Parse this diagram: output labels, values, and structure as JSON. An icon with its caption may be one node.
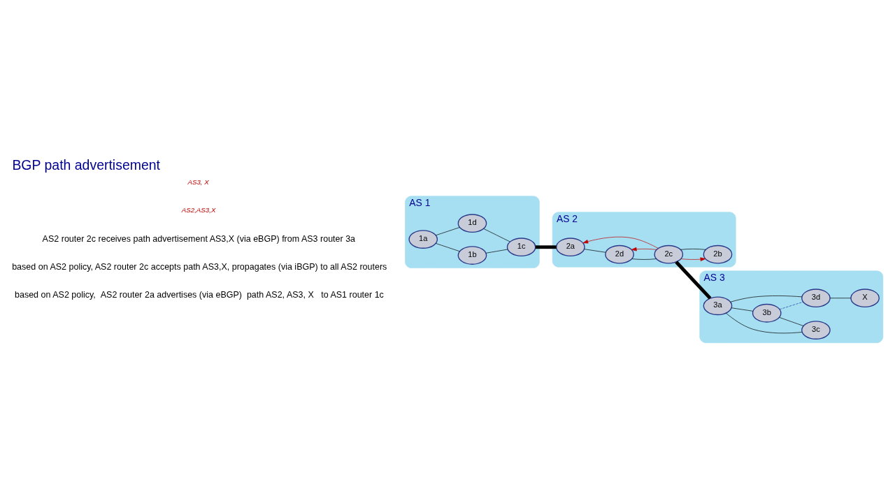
{
  "diagram": {
    "title": "BGP path advertisement",
    "nodes": [
      {
        "text": [
          "AS 1"
        ]
      },
      {
        "text": [
          "1a"
        ],
        "in": 0
      },
      {
        "text": [
          "1b"
        ],
        "in": 0
      },
      {
        "text": [
          "1c"
        ],
        "in": 0
      },
      {
        "text": [
          "1d"
        ],
        "in": 0
      },
      {
        "text": [
          "AS 2"
        ]
      },
      {
        "text": [
          "2a"
        ],
        "in": 5
      },
      {
        "text": [
          "2b"
        ],
        "in": 5
      },
      {
        "text": [
          "2c"
        ],
        "in": 5
      },
      {
        "text": [
          "2d"
        ],
        "in": 5
      },
      {
        "text": [
          "AS 3"
        ]
      },
      {
        "text": [
          "3a"
        ],
        "in": 10
      },
      {
        "text": [
          "3b"
        ],
        "in": 10
      },
      {
        "text": [
          "3c"
        ],
        "in": 10
      },
      {
        "text": [
          "3d"
        ],
        "in": 10
      },
      {
        "text": [
          "X"
        ],
        "in": 10
      }
    ],
    "edges": [
      {
        "from": 1,
        "to": 2,
        "arrow": "none"
      },
      {
        "from": 1,
        "to": 4,
        "arrow": "none"
      },
      {
        "from": 2,
        "to": 3,
        "arrow": "none"
      },
      {
        "from": 4,
        "to": 3,
        "arrow": "none"
      },
      {
        "from": 3,
        "to": 6,
        "arrow": "none",
        "style": "thick"
      },
      {
        "from": 6,
        "to": 9,
        "arrow": "none"
      },
      {
        "from": 7,
        "to": 8,
        "arrow": "none"
      },
      {
        "from": 9,
        "to": 8,
        "arrow": "none"
      },
      {
        "from": 8,
        "to": 7,
        "arrow": "to",
        "color": "#c00000"
      },
      {
        "from": 8,
        "to": 6,
        "arrow": "to",
        "color": "#c00000"
      },
      {
        "from": 8,
        "to": 9,
        "arrow": "to",
        "color": "#c00000"
      },
      {
        "from": 8,
        "to": 11,
        "arrow": "none",
        "style": "thick"
      },
      {
        "from": 11,
        "to": 12,
        "arrow": "none"
      },
      {
        "from": 11,
        "to": 13,
        "arrow": "none"
      },
      {
        "from": 11,
        "to": 14,
        "arrow": "none"
      },
      {
        "from": 12,
        "to": 13,
        "arrow": "none"
      },
      {
        "from": 12,
        "to": 14,
        "arrow": "none",
        "style": "dashed",
        "color": "#1f3fa0"
      },
      {
        "from": 14,
        "to": 15,
        "arrow": "none"
      }
    ],
    "labels": [
      "AS2,AS3,X",
      "AS3, X",
      "AS2 router 2c receives path advertisement AS3,X (via eBGP) from AS3 router 3a",
      "based on AS2 policy, AS2 router 2c accepts path AS3,X, propagates (via iBGP) to all AS2 routers",
      "based on AS2 policy,  AS2 router 2a advertises (via eBGP)  path AS2, AS3, X   to AS1 router 1c"
    ]
  }
}
